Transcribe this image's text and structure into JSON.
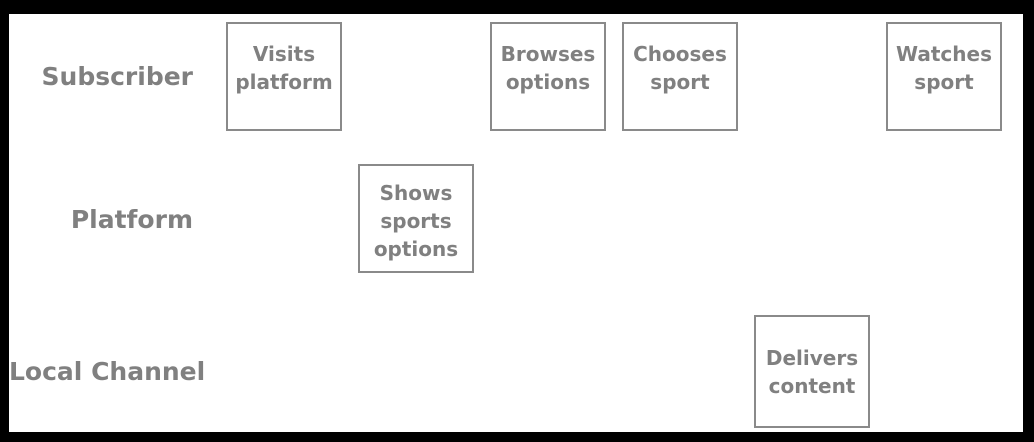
{
  "lanes": [
    {
      "label": "Subscriber"
    },
    {
      "label": "Platform"
    },
    {
      "label": "Local Channel"
    }
  ],
  "steps": [
    {
      "text": "Visits\nplatform",
      "lane": "Subscriber"
    },
    {
      "text": "Shows\nsports\noptions",
      "lane": "Platform"
    },
    {
      "text": "Browses\noptions",
      "lane": "Subscriber"
    },
    {
      "text": "Chooses\nsport",
      "lane": "Subscriber"
    },
    {
      "text": "Delivers\ncontent",
      "lane": "Local Channel"
    },
    {
      "text": "Watches\nsport",
      "lane": "Subscriber"
    }
  ],
  "colors": {
    "frame": "#000000",
    "background": "#ffffff",
    "text": "#808080",
    "box_border": "#8a8a8a"
  }
}
